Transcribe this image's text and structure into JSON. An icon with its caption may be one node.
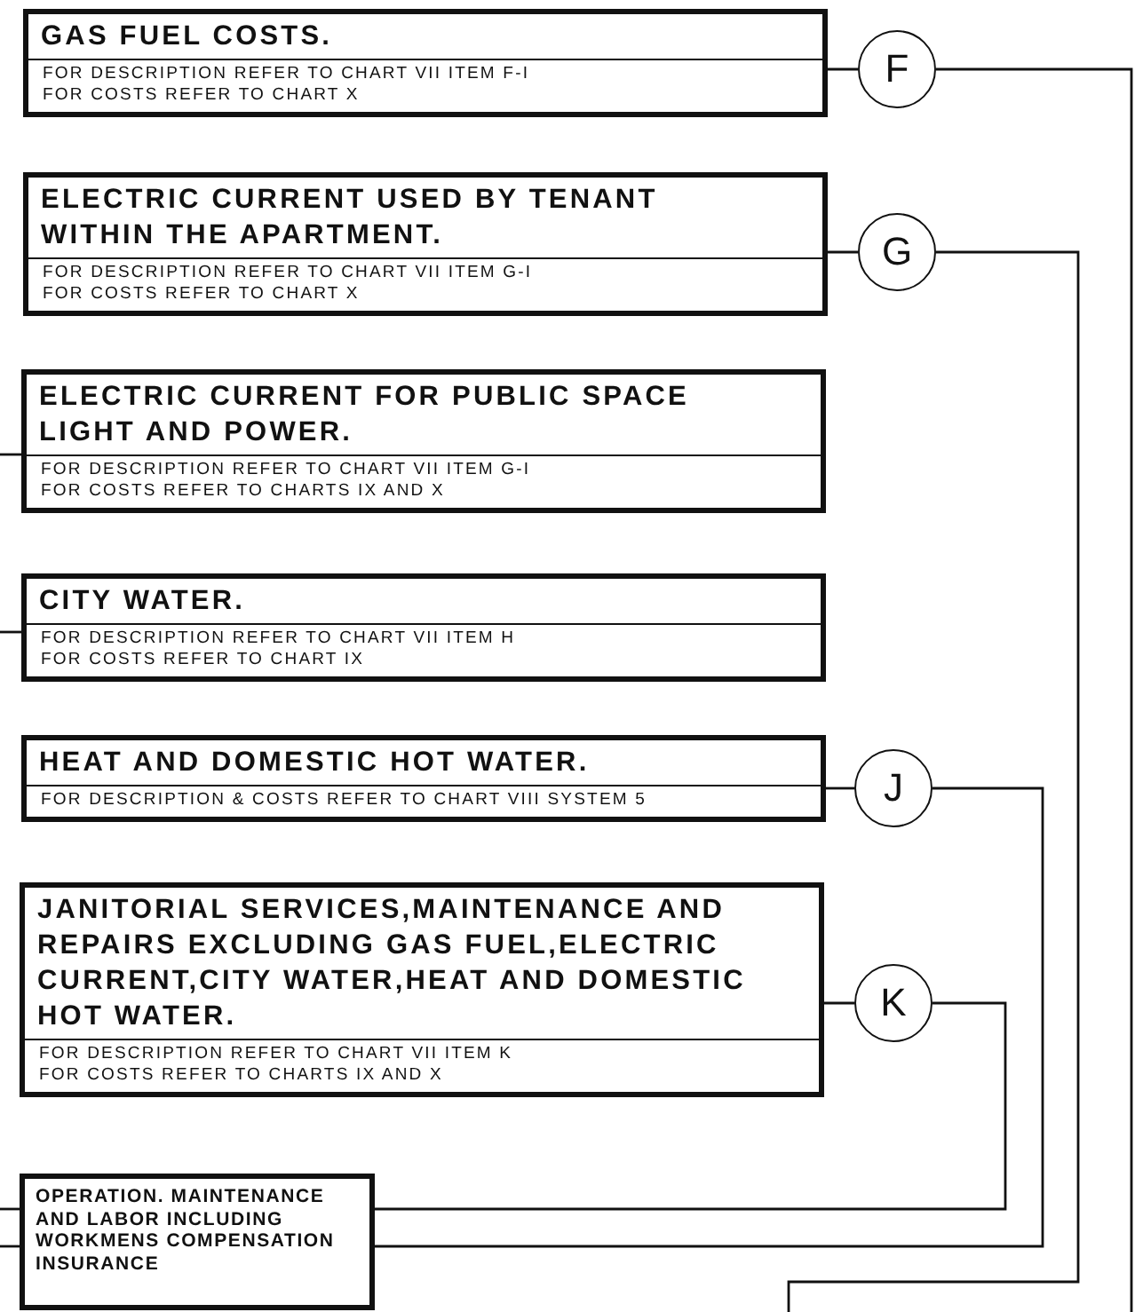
{
  "diagram": {
    "nodes": [
      {
        "text": [
          "GAS FUEL COSTS.",
          "FOR DESCRIPTION REFER TO CHART VII ITEM F-I FOR COSTS REFER TO CHART X"
        ]
      },
      {
        "text": [
          "F"
        ]
      },
      {
        "text": [
          "ELECTRIC CURRENT USED BY TENANT WITHIN THE APARTMENT.",
          "FOR DESCRIPTION REFER TO CHART VII ITEM G-I FOR COSTS REFER TO CHART X"
        ]
      },
      {
        "text": [
          "G"
        ]
      },
      {
        "text": [
          "ELECTRIC CURRENT FOR PUBLIC SPACE LIGHT AND POWER.",
          "FOR DESCRIPTION REFER TO CHART VII ITEM G-I FOR COSTS REFER TO CHARTS IX AND X"
        ]
      },
      {
        "text": [
          "CITY WATER.",
          "FOR DESCRIPTION REFER TO CHART VII ITEM H FOR COSTS REFER TO CHART IX"
        ]
      },
      {
        "text": [
          "HEAT AND DOMESTIC HOT WATER.",
          "FOR DESCRIPTION & COSTS REFER TO CHART VIII SYSTEM 5"
        ]
      },
      {
        "text": [
          "J"
        ]
      },
      {
        "text": [
          "JANITORIAL SERVICES,MAINTENANCE AND REPAIRS EXCLUDING GAS FUEL,ELECTRIC CURRENT,CITY WATER,HEAT AND DOMESTIC HOT WATER.",
          "FOR DESCRIPTION REFER TO CHART VII ITEM K FOR COSTS REFER TO CHARTS IX AND X"
        ]
      },
      {
        "text": [
          "K"
        ]
      },
      {
        "text": [
          "OPERATION. MAINTENANCE AND LABOR INCLUDING WORKMENS COMPENSATION INSURANCE"
        ]
      }
    ],
    "edges": [
      {
        "from": 0,
        "to": 1,
        "arrow": "none"
      },
      {
        "from": 1,
        "to": null,
        "arrow": "none"
      },
      {
        "from": 2,
        "to": 3,
        "arrow": "none"
      },
      {
        "from": 3,
        "to": null,
        "arrow": "none"
      },
      {
        "from": null,
        "to": 4,
        "arrow": "none"
      },
      {
        "from": null,
        "to": 5,
        "arrow": "none"
      },
      {
        "from": 6,
        "to": 7,
        "arrow": "none"
      },
      {
        "from": 7,
        "to": 10,
        "arrow": "none"
      },
      {
        "from": 8,
        "to": 9,
        "arrow": "none"
      },
      {
        "from": 9,
        "to": 10,
        "arrow": "none"
      },
      {
        "from": null,
        "to": 10,
        "arrow": "none"
      },
      {
        "from": null,
        "to": 10,
        "arrow": "none"
      }
    ]
  }
}
